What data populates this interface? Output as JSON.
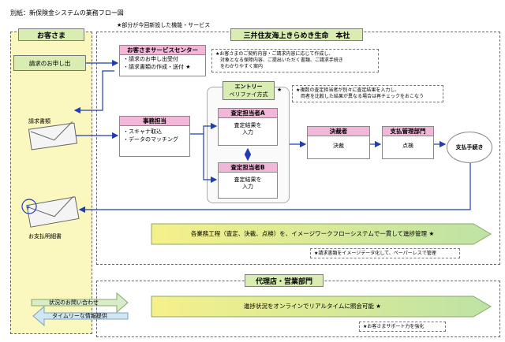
{
  "caption": "別紙：新保険金システムの業務フロー図",
  "legend_note": "★部分が今回新設した機能・サービス",
  "customer": {
    "title": "お客さま",
    "request_button": "請求のお申し出",
    "claim_docs_label": "請求書類",
    "payment_notice_label": "お支払明細書",
    "inquiry_label": "状況のお問い合わせ",
    "info_label": "タイムリーな情報提供"
  },
  "company": {
    "title": "三井住友海上きらめき生命　本社",
    "service_center": {
      "title": "お客さまサービスセンター",
      "lines": [
        "・請求のお申し出受付",
        "・請求書類の作成・送付 ★"
      ]
    },
    "service_center_note": [
      "★お客さまのご契約内容・ご請求内容に応じて作成し、",
      "対象となる保障内容、ご提出いただく書類、ご請求手続き",
      "をわかりやすく案内"
    ],
    "entry_verify": {
      "title": "エントリー",
      "subtitle": "ベリファイ方式",
      "star": "★"
    },
    "entry_note": [
      "★複数の査定担当者が別々に査定結果を入力し、",
      "両者を比較した結果が異なる場合は再チェックをおこなう"
    ],
    "clerk": {
      "title": "事務担当",
      "lines": [
        "・スキャナ取込",
        "・データのマッチング"
      ]
    },
    "assessor_a": {
      "title": "査定担当者A",
      "lines": [
        "査定結果を",
        "入力"
      ]
    },
    "assessor_b": {
      "title": "査定担当者B",
      "lines": [
        "査定結果を",
        "入力"
      ]
    },
    "approver": {
      "title": "決裁者",
      "body": "決裁"
    },
    "payment_dept": {
      "title": "支払管理部門",
      "body": "点検"
    },
    "payment_proc": "支払手続き",
    "workflow_banner": "各業務工程（査定、決裁、点検）を、イメージワークフローシステムで一貫して進捗管理 ★",
    "workflow_note": "★請求書類をイメージデータ化して、ペーパーレスで管理"
  },
  "agency": {
    "title": "代理店・営業部門",
    "banner": "進捗状況をオンラインでリアルタイムに照会可能 ★",
    "note": "★お客さまサポート力を強化"
  },
  "colors": {
    "header_green": "#d9ecb2",
    "customer_bg": "#fbf8bf",
    "pink_header": "#f2b7d8",
    "arrow_blue": "#1f3db5",
    "banner_yellow": "#f6f08a",
    "banner_green": "#bde3a5"
  }
}
